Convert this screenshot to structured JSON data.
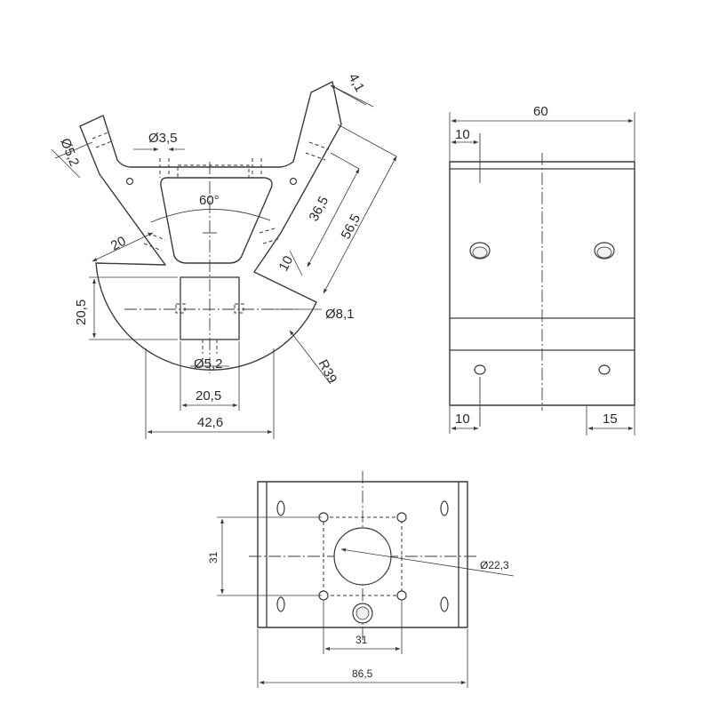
{
  "drawing": {
    "line_color": "#3a3a3a",
    "background": "#ffffff",
    "front_view": {
      "dims": {
        "dia_3_5": "Ø3,5",
        "dia_5_2_top": "Ø5,2",
        "len_4_1": "4,1",
        "angle_60": "60°",
        "len_36_5": "36,5",
        "len_56_5": "56,5",
        "len_20": "20",
        "len_10": "10",
        "len_20_5_vert": "20,5",
        "dia_8_1": "Ø8,1",
        "dia_5_2_bottom": "Ø5,2",
        "len_20_5_horiz": "20,5",
        "radius_39": "R39",
        "len_42_6": "42,6"
      }
    },
    "side_view": {
      "dims": {
        "width_60": "60",
        "offset_10_top": "10",
        "offset_10_bottom": "10",
        "offset_15": "15"
      }
    },
    "bottom_view": {
      "dims": {
        "height_31": "31",
        "width_31": "31",
        "dia_22_3": "Ø22,3",
        "width_86_5": "86,5"
      }
    }
  }
}
